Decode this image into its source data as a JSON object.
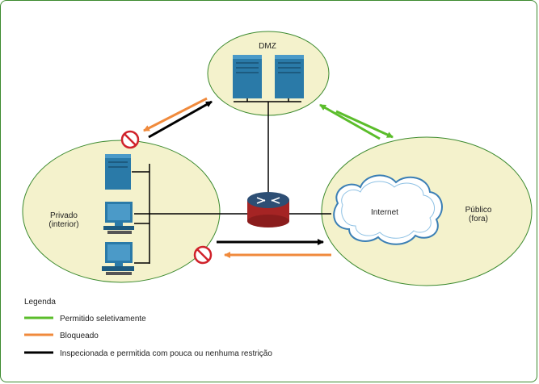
{
  "zones": {
    "dmz": "DMZ",
    "private_line1": "Privado",
    "private_line2": "(interior)",
    "public_line1": "Público",
    "public_line2": "(fora)"
  },
  "cloud_label": "Internet",
  "legend": {
    "title": "Legenda",
    "items": [
      {
        "label": "Permitido seletivamente",
        "color": "#5bbd2b"
      },
      {
        "label": "Bloqueado",
        "color": "#f08a3c"
      },
      {
        "label": "Inspecionada e permitida com pouca ou nenhuma restrição",
        "color": "#000000"
      }
    ]
  },
  "colors": {
    "zone_fill": "#f4f2cc",
    "zone_stroke": "#3c8a2e",
    "server": "#2a7aa8",
    "router_top": "#2d4e74",
    "router_band": "#a52424",
    "blocked_sign": "#d0222b"
  }
}
